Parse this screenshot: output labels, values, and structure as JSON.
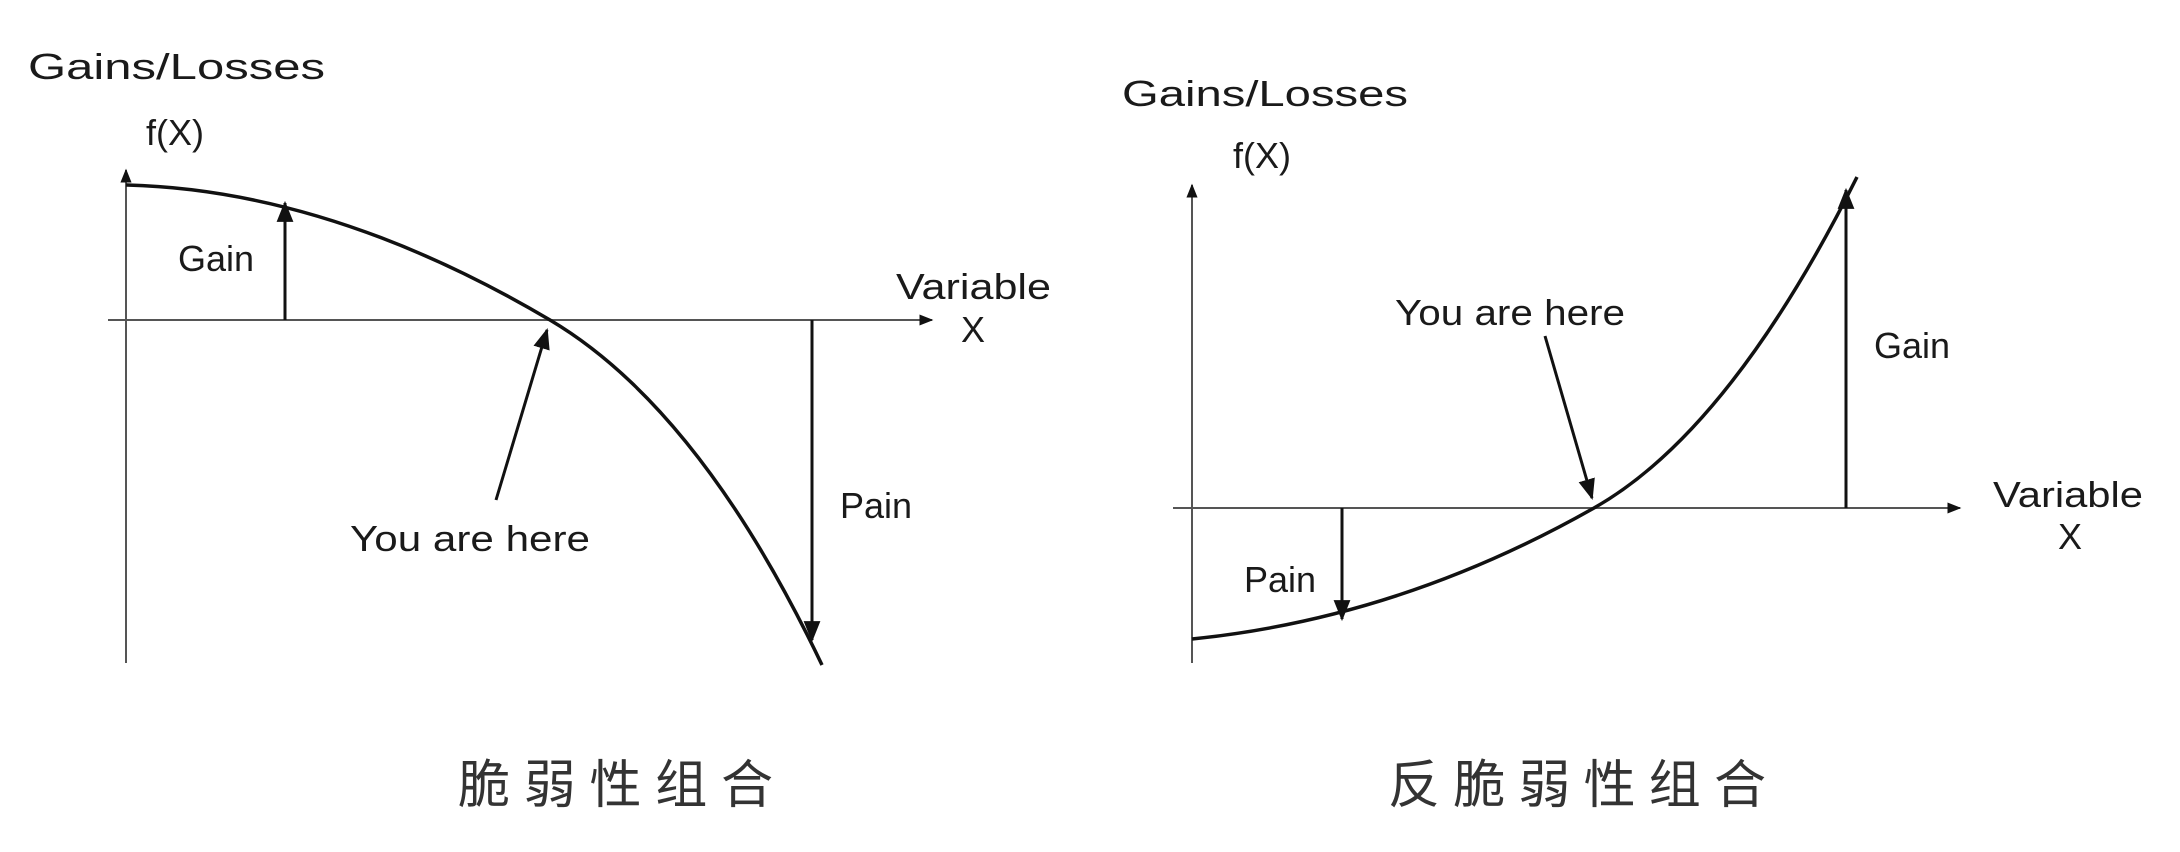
{
  "panels": [
    {
      "name": "fragile",
      "y_label": "Gains/Losses",
      "y_sub_label": "f(X)",
      "x_label": "Variable",
      "x_sub_label": "X",
      "gain_label": "Gain",
      "pain_label": "Pain",
      "marker_label": "You are here",
      "caption": "脆弱性组合",
      "shape": "concave"
    },
    {
      "name": "antifragile",
      "y_label": "Gains/Losses",
      "y_sub_label": "f(X)",
      "x_label": "Variable",
      "x_sub_label": "X",
      "gain_label": "Gain",
      "pain_label": "Pain",
      "marker_label": "You are here",
      "caption": "反脆弱性组合",
      "shape": "convex"
    }
  ],
  "colors": {
    "line": "#111111",
    "axis": "#555555",
    "text": "#1a1a1a"
  }
}
